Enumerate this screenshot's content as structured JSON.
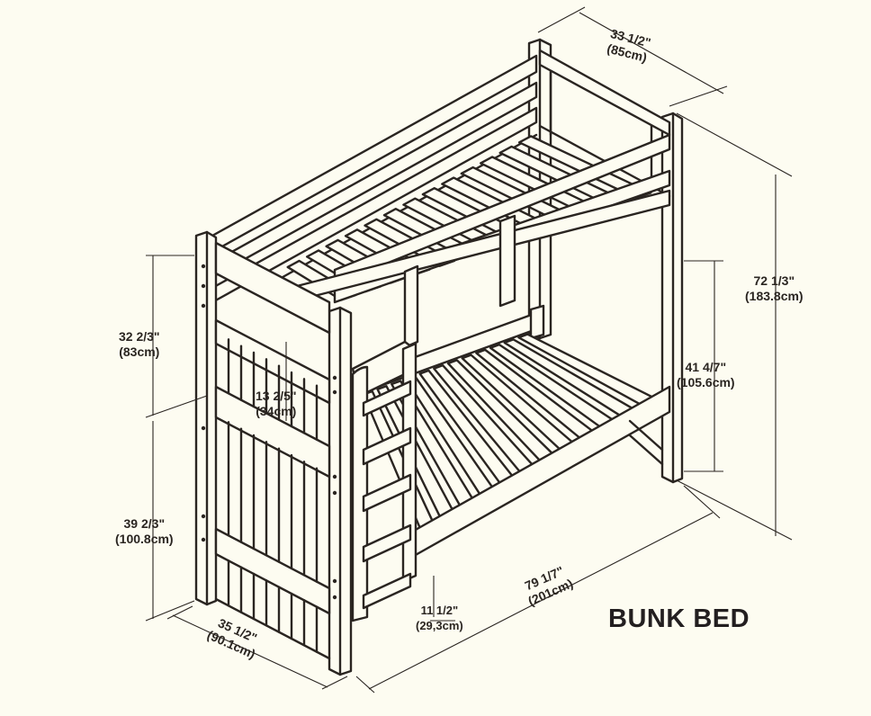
{
  "title": "BUNK BED",
  "dimensions": {
    "top_width": {
      "imperial": "33 1/2\"",
      "metric": "(85cm)"
    },
    "total_height": {
      "imperial": "72 1/3\"",
      "metric": "(183.8cm)"
    },
    "upper_section": {
      "imperial": "32 2/3\"",
      "metric": "(83cm)"
    },
    "rail_height": {
      "imperial": "13 2/5\"",
      "metric": "(34cm)"
    },
    "lower_section": {
      "imperial": "39 2/3\"",
      "metric": "(100.8cm)"
    },
    "bunk_clearance": {
      "imperial": "41 4/7\"",
      "metric": "(105.6cm)"
    },
    "total_length": {
      "imperial": "79  1/7\"",
      "metric": "(201cm)"
    },
    "ladder_width": {
      "imperial": "11 1/2\"",
      "metric": "(29,3cm)"
    },
    "total_width": {
      "imperial": "35 1/2\"",
      "metric": "(90.1cm)"
    }
  },
  "colors": {
    "line": "#2a2521",
    "background": "#fdfcf1"
  }
}
